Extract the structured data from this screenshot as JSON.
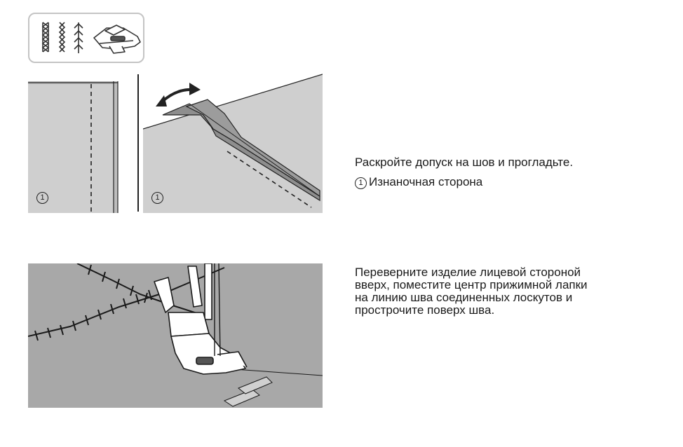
{
  "step1": {
    "instruction": "Раскройте допуск на шов и прогладьте.",
    "legend": {
      "number": "1",
      "label": "Изнаночная сторона"
    },
    "figure_left_label": "1",
    "figure_right_label": "1"
  },
  "step2": {
    "lines": [
      "Переверните изделие лицевой стороной",
      "вверх, поместите центр прижимной лапки",
      "на линию шва соединенных лоскутов и",
      "прострочите поверх шва."
    ]
  },
  "icons": {
    "stitch_patterns": [
      "zigzag-stitch-icon",
      "triple-zigzag-stitch-icon",
      "feather-stitch-icon"
    ],
    "presser_foot": "presser-foot-icon"
  },
  "colors": {
    "fabric": "#bdbdbd",
    "fabric_dark": "#a8a8a8",
    "seam_allowance": "#8e8e8e",
    "outline": "#222222"
  }
}
